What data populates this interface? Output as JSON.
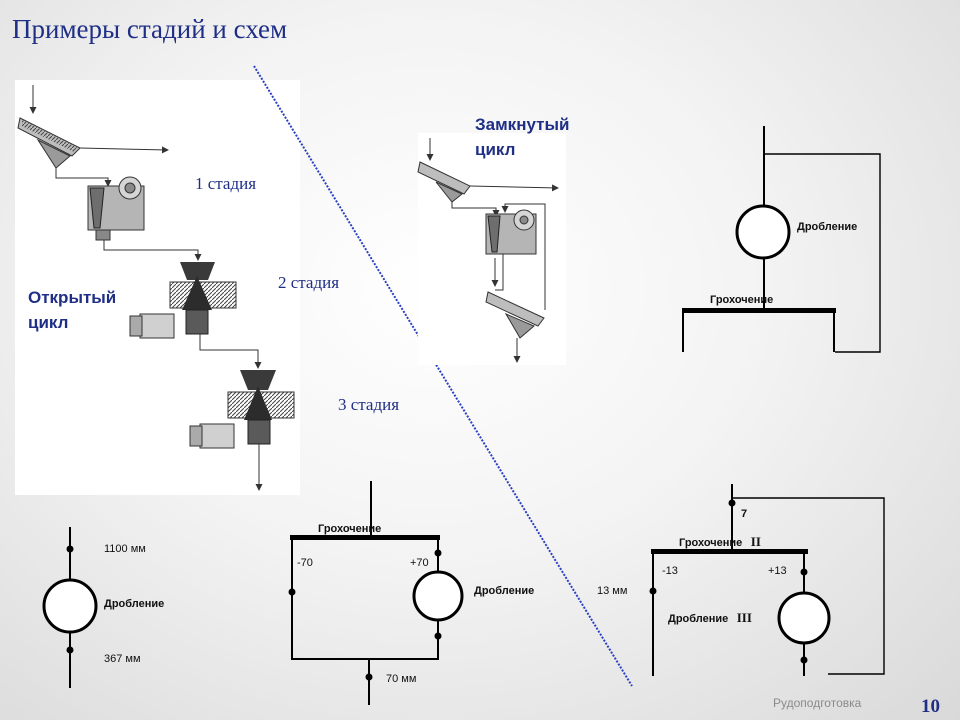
{
  "slide": {
    "title": "Примеры стадий и схем",
    "footer": "Рудоподготовка",
    "page_number": "10"
  },
  "flowsheet": {
    "stage_1": "1 стадия",
    "stage_2": "2 стадия",
    "stage_3": "3 стадия",
    "open_cycle": [
      "Открытый",
      "цикл"
    ],
    "closed_cycle": [
      "Замкнутый",
      "цикл"
    ]
  },
  "closed_scheme_top": {
    "crushing": "Дробление",
    "screening": "Грохочение"
  },
  "open_scheme": {
    "feed_size": "1100 мм",
    "crushing": "Дробление",
    "product_size": "367 мм"
  },
  "prescreen_scheme": {
    "screening": "Грохочение",
    "undersize": "-70",
    "oversize": "+70",
    "crushing": "Дробление",
    "product_size": "70 мм"
  },
  "stage3_scheme": {
    "feed_label": "7",
    "screening": "Грохочение",
    "screening_num": "II",
    "undersize": "-13",
    "oversize": "+13",
    "crushing": "Дробление",
    "crushing_num": "III",
    "product_size": "13 мм"
  },
  "colors": {
    "title": "#1f2f86",
    "diagonal": "#2b3fc4",
    "footer": "#8a8a8a"
  }
}
